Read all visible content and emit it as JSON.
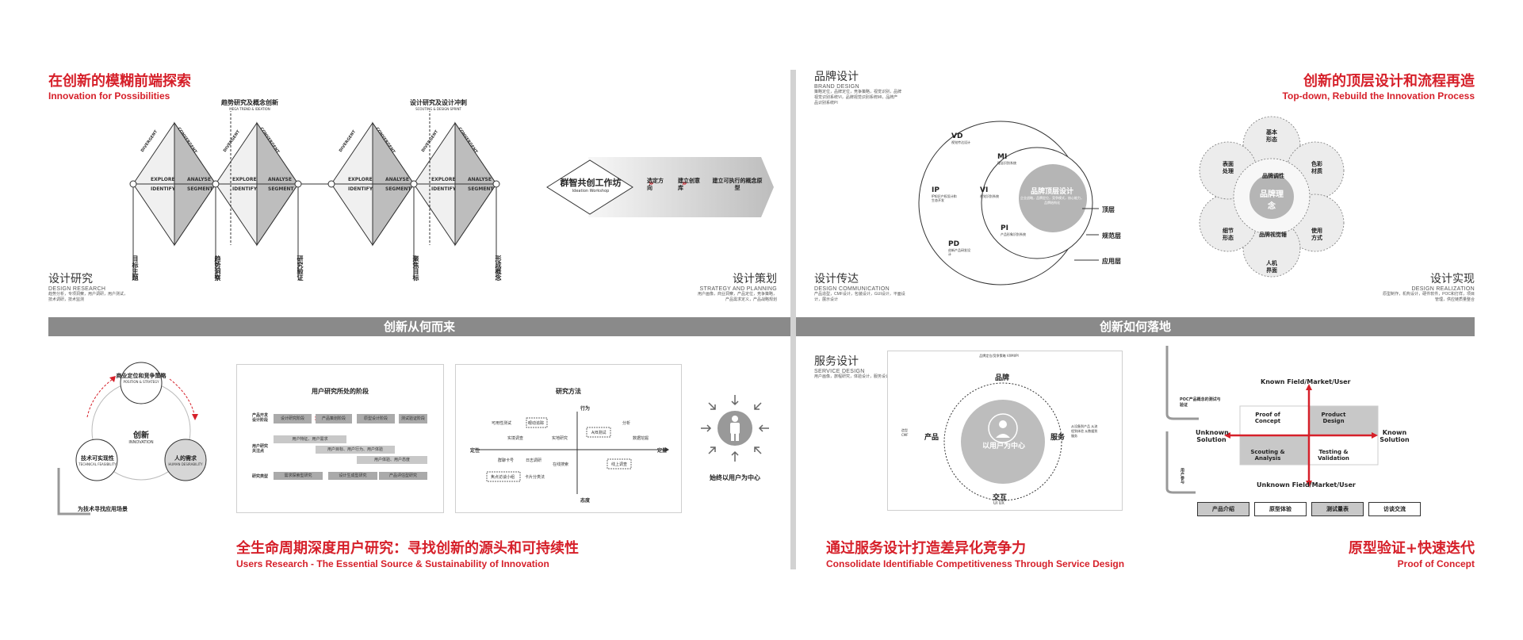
{
  "top_left": {
    "title": "在创新的模糊前端探索",
    "subtitle": "Innovation for Possibilities",
    "section": {
      "title": "设计研究",
      "en": "DESIGN RESEARCH",
      "desc": "趋势分析，专项洞察，用户调研，用户测试，技术调研，技术监测"
    },
    "strategy": {
      "title": "设计策划",
      "en": "STRATEGY AND PLANNING",
      "desc": "用户画像，商业洞察，产品定位，竞争策略，产品需求定义，产品战略规划"
    },
    "diamond_group_1": {
      "title": "趋势研究及概念创新",
      "en": "MEGA TREND & IDEATION"
    },
    "diamond_group_2": {
      "title": "设计研究及设计冲刺",
      "en": "SCOUTING & DESIGN SPRINT"
    },
    "diamond_labels": {
      "divergent": "DIVERGENT",
      "convergent": "CONVERGENT",
      "explore": "EXPLORE",
      "identify": "IDENTIFY",
      "analyse": "ANALYSE",
      "segment": "SEGMENT"
    },
    "milestones": [
      "目标主题",
      "趋势洞察",
      "研究验证",
      "聚焦目标",
      "形成概念"
    ],
    "workshop": {
      "title": "群智共创工作坊",
      "en": "Ideation Workshop",
      "steps": [
        "选定方向",
        "建立创意库",
        "建立可执行的概念原型"
      ]
    }
  },
  "top_right": {
    "title": "创新的顶层设计和流程再造",
    "subtitle": "Top-down, Rebuild the Innovation Process",
    "brand": {
      "title": "品牌设计",
      "en": "BRAND DESIGN",
      "desc": "策略定位，品牌定位，竞争策略，视觉识别，品牌视觉识别系统VI，品牌视觉识别系统MI，品牌产品识别系统PI"
    },
    "communication": {
      "title": "设计传达",
      "en": "DESIGN COMMUNICATION",
      "desc": "产品造型，CMF设计，包装设计，GUI设计，平面设计，展示设计"
    },
    "realization": {
      "title": "设计实现",
      "en": "DESIGN REALIZATION",
      "desc": "原型制作，机构设计，硬件软件，POC和打样，项目管理，供应链质量整合"
    },
    "brand_diagram": {
      "core": "品牌顶层设计",
      "core_sub": "企业战略，品牌定位，竞争模式，核心能力，品牌结构化",
      "layers": [
        {
          "label": "VD",
          "sub": "视觉传达设计"
        },
        {
          "label": "MI",
          "sub": "理念识别系统"
        },
        {
          "label": "IP",
          "sub": "IP知识产权设计和生态开发"
        },
        {
          "label": "VI",
          "sub": "视觉识别系统"
        },
        {
          "label": "PI",
          "sub": "产品形象识别系统"
        },
        {
          "label": "PD",
          "sub": "创新产品研发设计"
        }
      ],
      "arrows": [
        "顶层",
        "规范层",
        "应用层"
      ]
    },
    "flower": {
      "center": "品牌理念",
      "inner_top": "品牌调性",
      "inner_bottom": "品牌视觉锤",
      "petals": [
        "基本形态",
        "色彩材质",
        "使用方式",
        "人机界面",
        "细节形态",
        "表面处理"
      ]
    }
  },
  "bands": {
    "left": "创新从何而来",
    "right": "创新如何落地"
  },
  "bottom_left": {
    "title": "全生命周期深度用户研究：寻找创新的源头和可持续性",
    "subtitle": "Users Research - The Essential Source & Sustainability of Innovation",
    "cycle": {
      "center": "创新",
      "center_en": "INNOVATION",
      "top": "商业定位和竞争策略",
      "top_en": "POSITION & STRATEGY",
      "left": "技术可实现性",
      "left_en": "TECHNICAL FEASIBILITY",
      "right": "人的需求",
      "right_en": "HUMAN DESIRABILITY",
      "note": "为技术寻找应用场景"
    },
    "stages_panel": {
      "title": "用户研究所处的阶段",
      "rows": [
        {
          "label": "产品开发设计阶段",
          "items": [
            "设计研究阶段",
            "产品策划阶段",
            "原型设计阶段",
            "测试验证阶段"
          ]
        },
        {
          "label": "用户研究关注点",
          "items": [
            "用户特征、用户需求",
            "用户目标、用户行为、用户体验",
            "用户体验、用户态度"
          ]
        },
        {
          "label": "研究类型",
          "items": [
            "需求探索型研究",
            "设计生成型研究",
            "产品评估型研究"
          ]
        }
      ]
    },
    "methods_panel": {
      "title": "研究方法",
      "axes": {
        "top": "行为",
        "bottom": "态度",
        "left": "定性",
        "right": "定量"
      },
      "methods": [
        "可用性测试",
        "眼动追踪",
        "分析",
        "实境调查",
        "实地研究",
        "A/B测试",
        "数据挖掘",
        "群聊卡号",
        "日志调研",
        "焦点访谈小组",
        "在线搜索",
        "卡片分类法",
        "线上调查"
      ]
    },
    "person": {
      "label": "始终以用户为中心"
    }
  },
  "bottom_right": {
    "title": "通过服务设计打造差异化竞争力",
    "subtitle": "Consolidate Identifiable Competitiveness Through Service Design",
    "service": {
      "title": "服务设计",
      "en": "SERVICE DESIGN",
      "desc": "用户画像，旅程研究，体验设计，服务设计"
    },
    "service_diagram": {
      "center": "以用户为中心",
      "top": "品牌",
      "top_note": "品牌定位/竞争策略 VI/MI/PI",
      "left": "产品",
      "left_note": "造型 CMF",
      "right": "服务",
      "right_note": "从设备到产品 从流程到体验 从数据到服务",
      "bottom": "交互",
      "bottom_note": "UI UX"
    },
    "poc": {
      "title": "原型验证+快速迭代",
      "subtitle": "Proof of Concept",
      "top_axis": "Known Field/Market/User",
      "bottom_axis": "Unknown Field/Market/User",
      "left_axis": "Unknown Solution",
      "right_axis": "Known Solution",
      "quadrants": [
        "Proof of Concept",
        "Product Design",
        "Scouting & Analysis",
        "Testing & Validation"
      ],
      "side_note": "POC产品概念的测试与验证",
      "vertical_note": "用户参与",
      "buttons": [
        "产品介绍",
        "原型体验",
        "测试量表",
        "访谈交流"
      ]
    }
  },
  "colors": {
    "accent": "#d6202a",
    "band": "#8a8a8a",
    "divider": "#d2d2d2"
  }
}
